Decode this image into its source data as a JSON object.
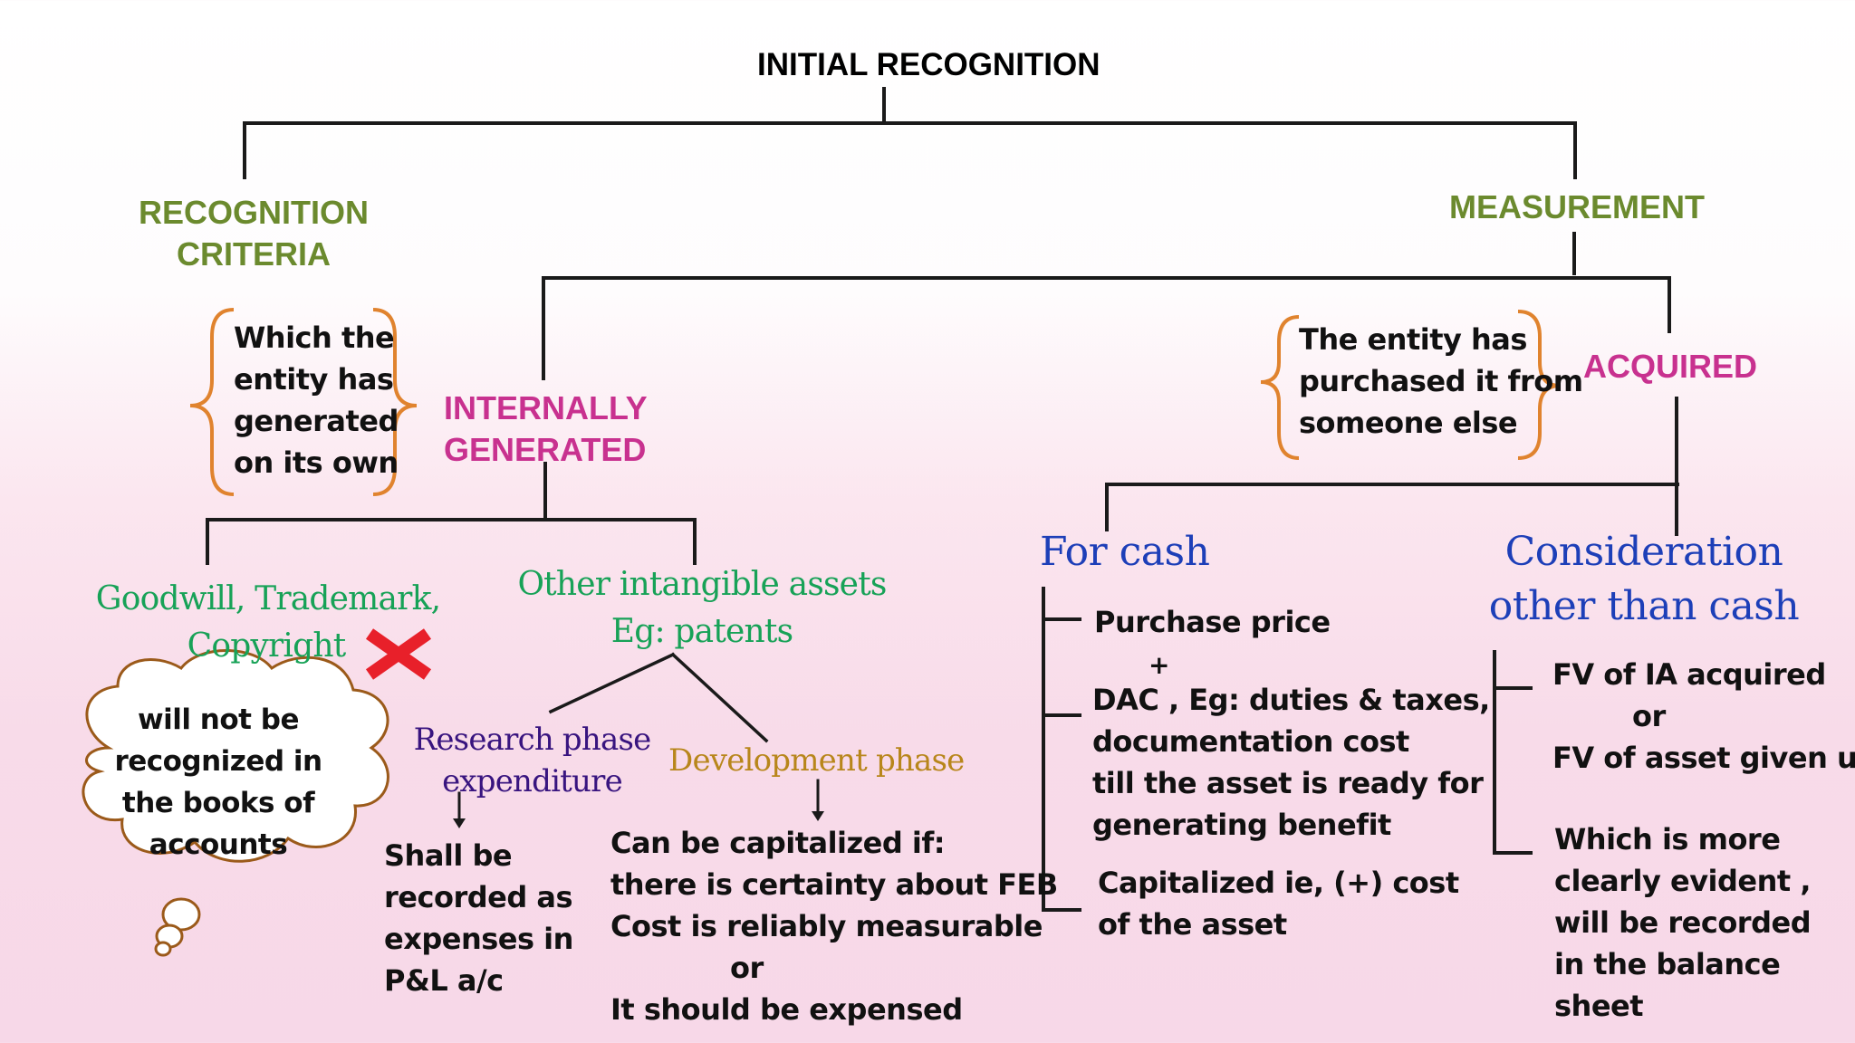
{
  "title": "INITIAL RECOGNITION",
  "left": {
    "heading_line1": "RECOGNITION",
    "heading_line2": "CRITERIA",
    "brace_text": [
      "Which the",
      "entity has",
      "generated",
      "on its own"
    ],
    "category_line1": "INTERNALLY",
    "category_line2": "GENERATED",
    "goodwill_line1": "Goodwill, Trademark,",
    "goodwill_line2": "Copyright",
    "cross_icon": "red-x-icon",
    "cloud_text": [
      "will not be",
      "recognized in",
      "the books of",
      "accounts"
    ],
    "other_line1": "Other intangible assets",
    "other_line2": "Eg: patents",
    "research_line1": "Research phase",
    "research_line2": "expenditure",
    "research_result": [
      "Shall be",
      "recorded as",
      "expenses in",
      "P&L a/c"
    ],
    "development": "Development phase",
    "development_result": [
      "Can be capitalized if:",
      "there is certainty about FEB",
      "Cost is reliably measurable",
      "or",
      "It should be expensed"
    ]
  },
  "right": {
    "heading": "MEASUREMENT",
    "brace_text": [
      "The entity has",
      "purchased it from",
      "someone else"
    ],
    "category": "ACQUIRED",
    "cash_heading": "For cash",
    "cash_item1": "Purchase price",
    "cash_plus": "+",
    "cash_item2": [
      "DAC , Eg: duties & taxes,",
      "documentation cost",
      "till the asset is ready for",
      "generating benefit"
    ],
    "cash_item3": [
      "Capitalized ie, (+) cost",
      "of the asset"
    ],
    "other_heading_line1": "Consideration",
    "other_heading_line2": "other than cash",
    "other_item1_line1": "FV of IA acquired",
    "other_item1_or": "or",
    "other_item1_line2": "FV of asset given up",
    "other_item2": [
      "Which is more",
      "clearly evident ,",
      "will be recorded",
      "in the balance",
      "sheet"
    ]
  },
  "colors": {
    "heading": "#6b8a2e",
    "category": "#c8318f",
    "green_text": "#17a257",
    "blue_text": "#1d3fb8",
    "indigo_text": "#38147f",
    "gold_text": "#b8861b",
    "brace": "#e0832e",
    "cloud_stroke": "#9b5a1a",
    "cross": "#e8202a"
  }
}
